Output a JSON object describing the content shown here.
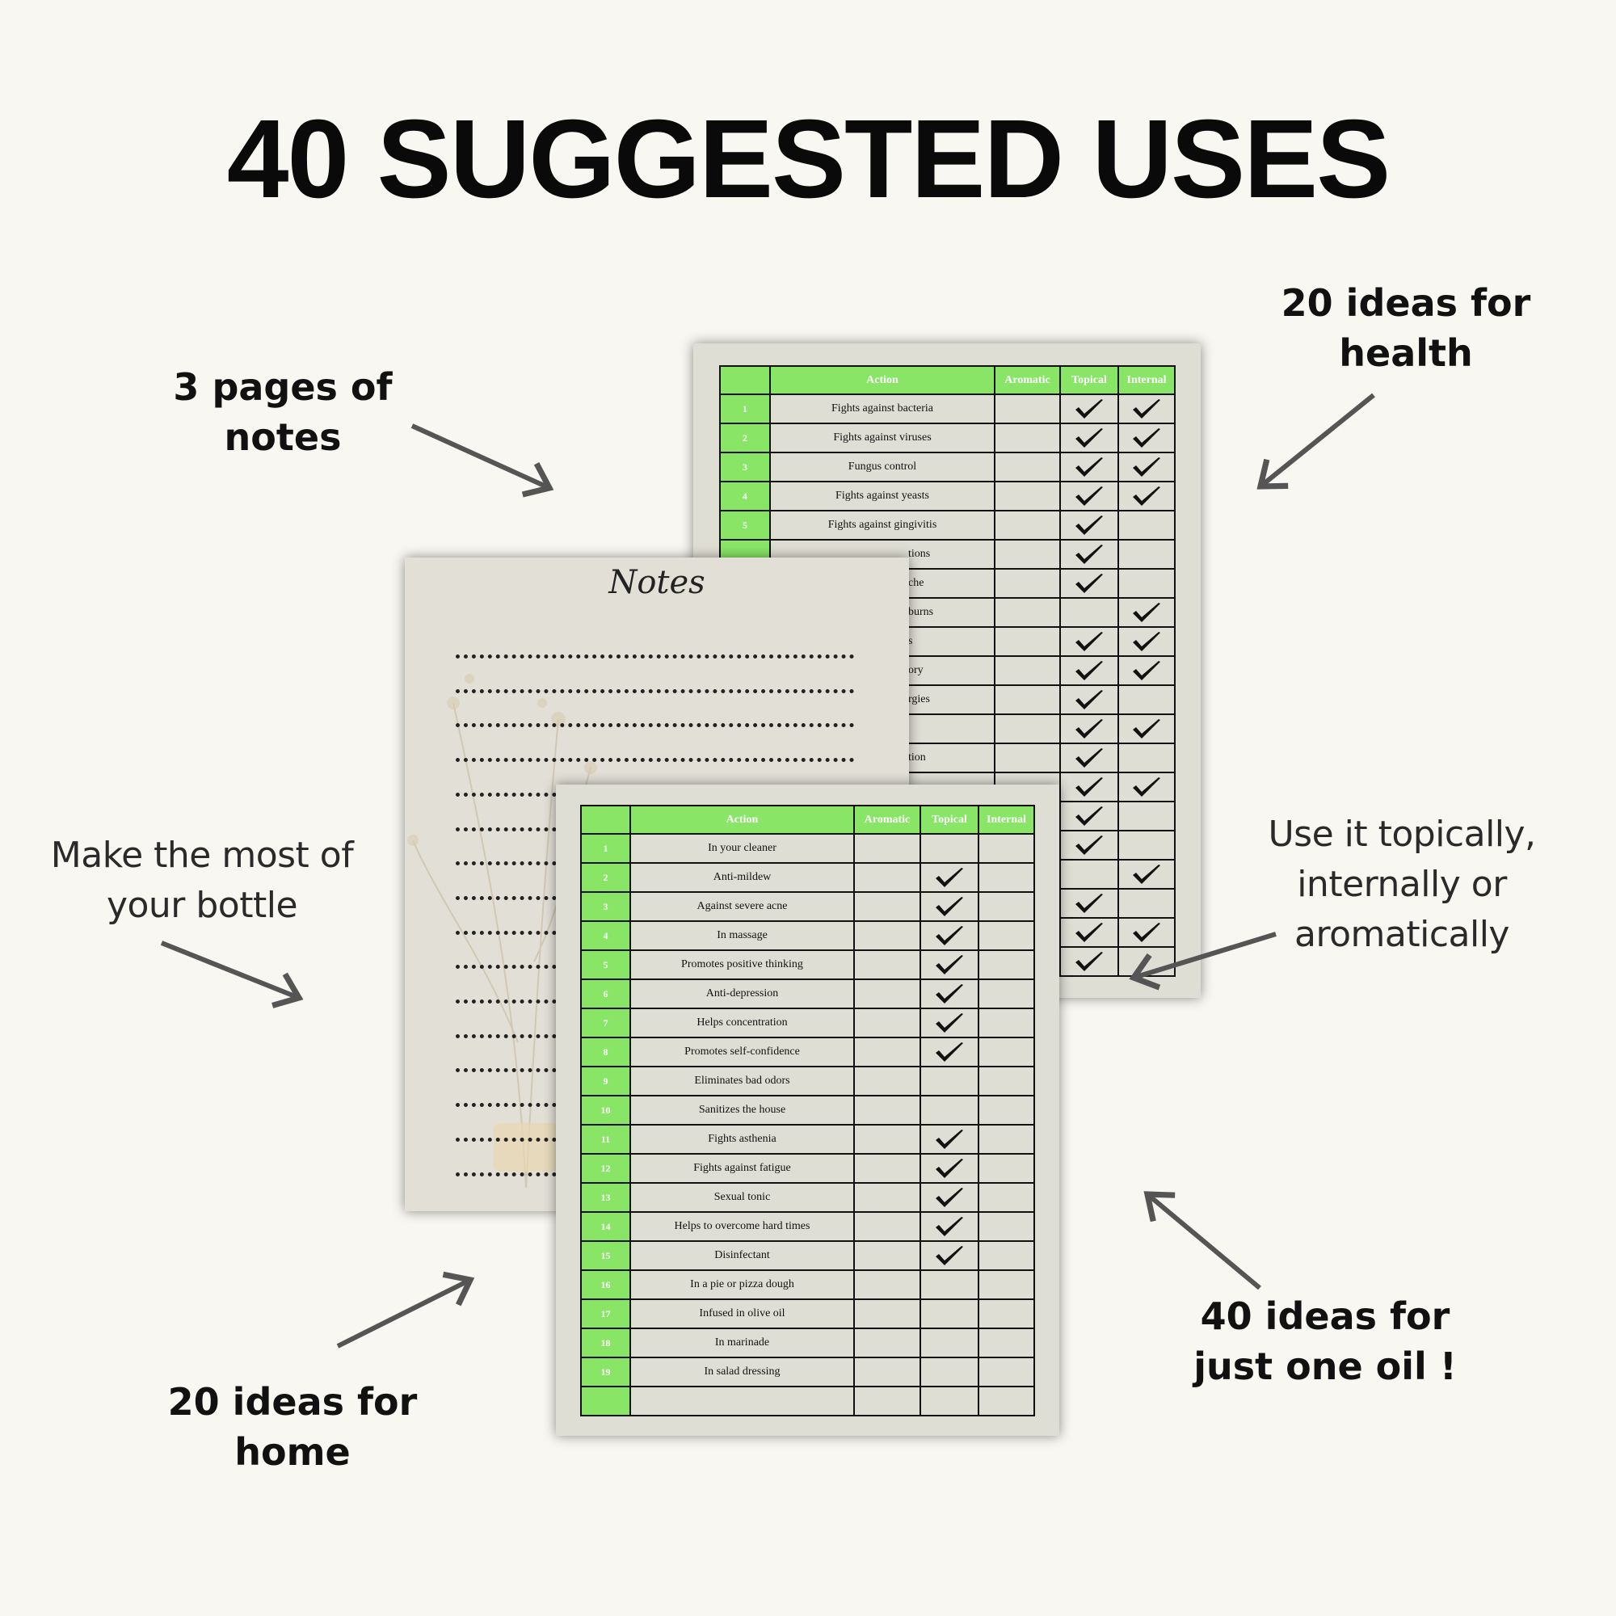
{
  "headline": "40 SUGGESTED USES",
  "callouts": {
    "health": "20 ideas for health",
    "notes_line1": "3 pages of",
    "notes_line2": "notes",
    "bottle_line1": "Make the most of",
    "bottle_line2": "your bottle",
    "use_line1": "Use it topically,",
    "use_line2": "internally or",
    "use_line3": "aromatically",
    "oil_line1": "40 ideas for",
    "oil_line2": "just one oil !",
    "home_line1": "20 ideas for",
    "home_line2": "home"
  },
  "notes_page": {
    "title": "Notes",
    "line_count": 16
  },
  "table_headers": {
    "num": "",
    "action": "Action",
    "aromatic": "Aromatic",
    "topical": "Topical",
    "internal": "Internal"
  },
  "health_table": [
    {
      "num": "1",
      "action": "Fights against bacteria",
      "aromatic": false,
      "topical": true,
      "internal": true
    },
    {
      "num": "2",
      "action": "Fights against viruses",
      "aromatic": false,
      "topical": true,
      "internal": true
    },
    {
      "num": "3",
      "action": "Fungus control",
      "aromatic": false,
      "topical": true,
      "internal": true
    },
    {
      "num": "4",
      "action": "Fights against yeasts",
      "aromatic": false,
      "topical": true,
      "internal": true
    },
    {
      "num": "5",
      "action": "Fights against gingivitis",
      "aromatic": false,
      "topical": true,
      "internal": false
    },
    {
      "num": "",
      "action": "tions",
      "aromatic": false,
      "topical": true,
      "internal": false
    },
    {
      "num": "",
      "action": "che",
      "aromatic": false,
      "topical": true,
      "internal": false
    },
    {
      "num": "",
      "action": "burns",
      "aromatic": false,
      "topical": false,
      "internal": true
    },
    {
      "num": "",
      "action": "s",
      "aromatic": false,
      "topical": true,
      "internal": true
    },
    {
      "num": "",
      "action": "ory",
      "aromatic": false,
      "topical": true,
      "internal": true
    },
    {
      "num": "",
      "action": "rgies",
      "aromatic": false,
      "topical": true,
      "internal": false
    },
    {
      "num": "",
      "action": "",
      "aromatic": false,
      "topical": true,
      "internal": true
    },
    {
      "num": "",
      "action": "tion",
      "aromatic": false,
      "topical": true,
      "internal": false
    },
    {
      "num": "",
      "action": "",
      "aromatic": false,
      "topical": true,
      "internal": true
    },
    {
      "num": "",
      "action": "",
      "aromatic": false,
      "topical": true,
      "internal": false
    },
    {
      "num": "",
      "action": "",
      "aromatic": false,
      "topical": true,
      "internal": false
    },
    {
      "num": "",
      "action": "",
      "aromatic": false,
      "topical": false,
      "internal": true
    },
    {
      "num": "",
      "action": "",
      "aromatic": false,
      "topical": true,
      "internal": false
    },
    {
      "num": "",
      "action": "",
      "aromatic": false,
      "topical": true,
      "internal": true
    },
    {
      "num": "",
      "action": "",
      "aromatic": false,
      "topical": true,
      "internal": false
    }
  ],
  "home_table": [
    {
      "num": "1",
      "action": "In your cleaner",
      "aromatic": false,
      "topical": false,
      "internal": false
    },
    {
      "num": "2",
      "action": "Anti-mildew",
      "aromatic": false,
      "topical": true,
      "internal": false
    },
    {
      "num": "3",
      "action": "Against severe acne",
      "aromatic": false,
      "topical": true,
      "internal": false
    },
    {
      "num": "4",
      "action": "In massage",
      "aromatic": false,
      "topical": true,
      "internal": false
    },
    {
      "num": "5",
      "action": "Promotes positive thinking",
      "aromatic": false,
      "topical": true,
      "internal": false
    },
    {
      "num": "6",
      "action": "Anti-depression",
      "aromatic": false,
      "topical": true,
      "internal": false
    },
    {
      "num": "7",
      "action": "Helps concentration",
      "aromatic": false,
      "topical": true,
      "internal": false
    },
    {
      "num": "8",
      "action": "Promotes self-confidence",
      "aromatic": false,
      "topical": true,
      "internal": false
    },
    {
      "num": "9",
      "action": "Eliminates bad odors",
      "aromatic": false,
      "topical": false,
      "internal": false
    },
    {
      "num": "10",
      "action": "Sanitizes the house",
      "aromatic": false,
      "topical": false,
      "internal": false
    },
    {
      "num": "11",
      "action": "Fights asthenia",
      "aromatic": false,
      "topical": true,
      "internal": false
    },
    {
      "num": "12",
      "action": "Fights against fatigue",
      "aromatic": false,
      "topical": true,
      "internal": false
    },
    {
      "num": "13",
      "action": "Sexual tonic",
      "aromatic": false,
      "topical": true,
      "internal": false
    },
    {
      "num": "14",
      "action": "Helps to overcome hard times",
      "aromatic": false,
      "topical": true,
      "internal": false
    },
    {
      "num": "15",
      "action": "Disinfectant",
      "aromatic": false,
      "topical": true,
      "internal": false
    },
    {
      "num": "16",
      "action": "In a pie or pizza dough",
      "aromatic": false,
      "topical": false,
      "internal": false
    },
    {
      "num": "17",
      "action": "Infused in olive oil",
      "aromatic": false,
      "topical": false,
      "internal": false
    },
    {
      "num": "18",
      "action": "In marinade",
      "aromatic": false,
      "topical": false,
      "internal": false
    },
    {
      "num": "19",
      "action": "In salad dressing",
      "aromatic": false,
      "topical": false,
      "internal": false
    },
    {
      "num": "",
      "action": "",
      "aromatic": false,
      "topical": false,
      "internal": false
    }
  ],
  "colors": {
    "background": "#f8f7f2",
    "page": "#dfded4",
    "header_green": "#88e566",
    "arrow": "#555555"
  },
  "icons": {
    "check": "check-icon",
    "arrow": "arrow-icon"
  }
}
